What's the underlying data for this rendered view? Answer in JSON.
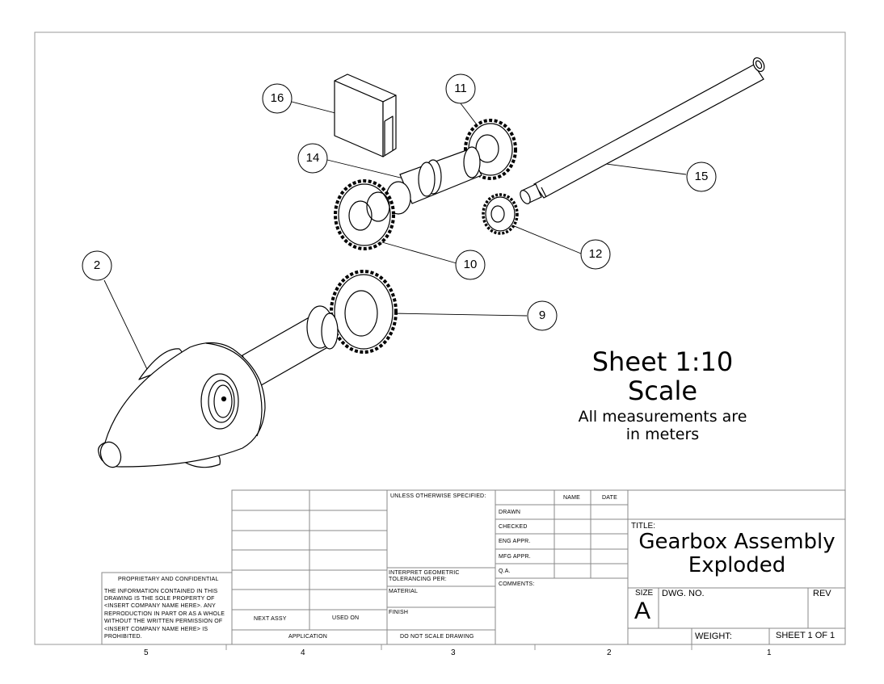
{
  "drawing": {
    "note": {
      "line1": "Sheet 1:10",
      "line2": "Scale",
      "line3": "All measurements are",
      "line4": "in meters"
    },
    "balloons": [
      "16",
      "11",
      "14",
      "15",
      "12",
      "10",
      "2",
      "9"
    ],
    "zone_numbers": [
      "5",
      "4",
      "3",
      "2",
      "1"
    ]
  },
  "title_block": {
    "proprietary_title": "PROPRIETARY AND CONFIDENTIAL",
    "proprietary_text": [
      "THE INFORMATION CONTAINED IN THIS",
      "DRAWING IS THE SOLE PROPERTY OF",
      "<INSERT COMPANY NAME HERE>. ANY",
      "REPRODUCTION IN PART OR AS A WHOLE",
      "WITHOUT THE WRITTEN PERMISSION OF",
      "<INSERT COMPANY NAME HERE> IS",
      "PROHIBITED."
    ],
    "next_assy": "NEXT ASSY",
    "used_on": "USED ON",
    "application": "APPLICATION",
    "unless_specified": "UNLESS OTHERWISE SPECIFIED:",
    "interpret_1": "INTERPRET GEOMETRIC",
    "interpret_2": "TOLERANCING PER:",
    "material": "MATERIAL",
    "finish": "FINISH",
    "do_not_scale": "DO NOT SCALE DRAWING",
    "col_name": "NAME",
    "col_date": "DATE",
    "rows": [
      "DRAWN",
      "CHECKED",
      "ENG APPR.",
      "MFG APPR.",
      "Q.A."
    ],
    "comments": "COMMENTS:",
    "title_label": "TITLE:",
    "title_line1": "Gearbox Assembly",
    "title_line2": "Exploded",
    "size_label": "SIZE",
    "size_value": "A",
    "dwg_no": "DWG.  NO.",
    "rev": "REV",
    "weight": "WEIGHT:",
    "sheet": "SHEET 1  OF 1"
  }
}
